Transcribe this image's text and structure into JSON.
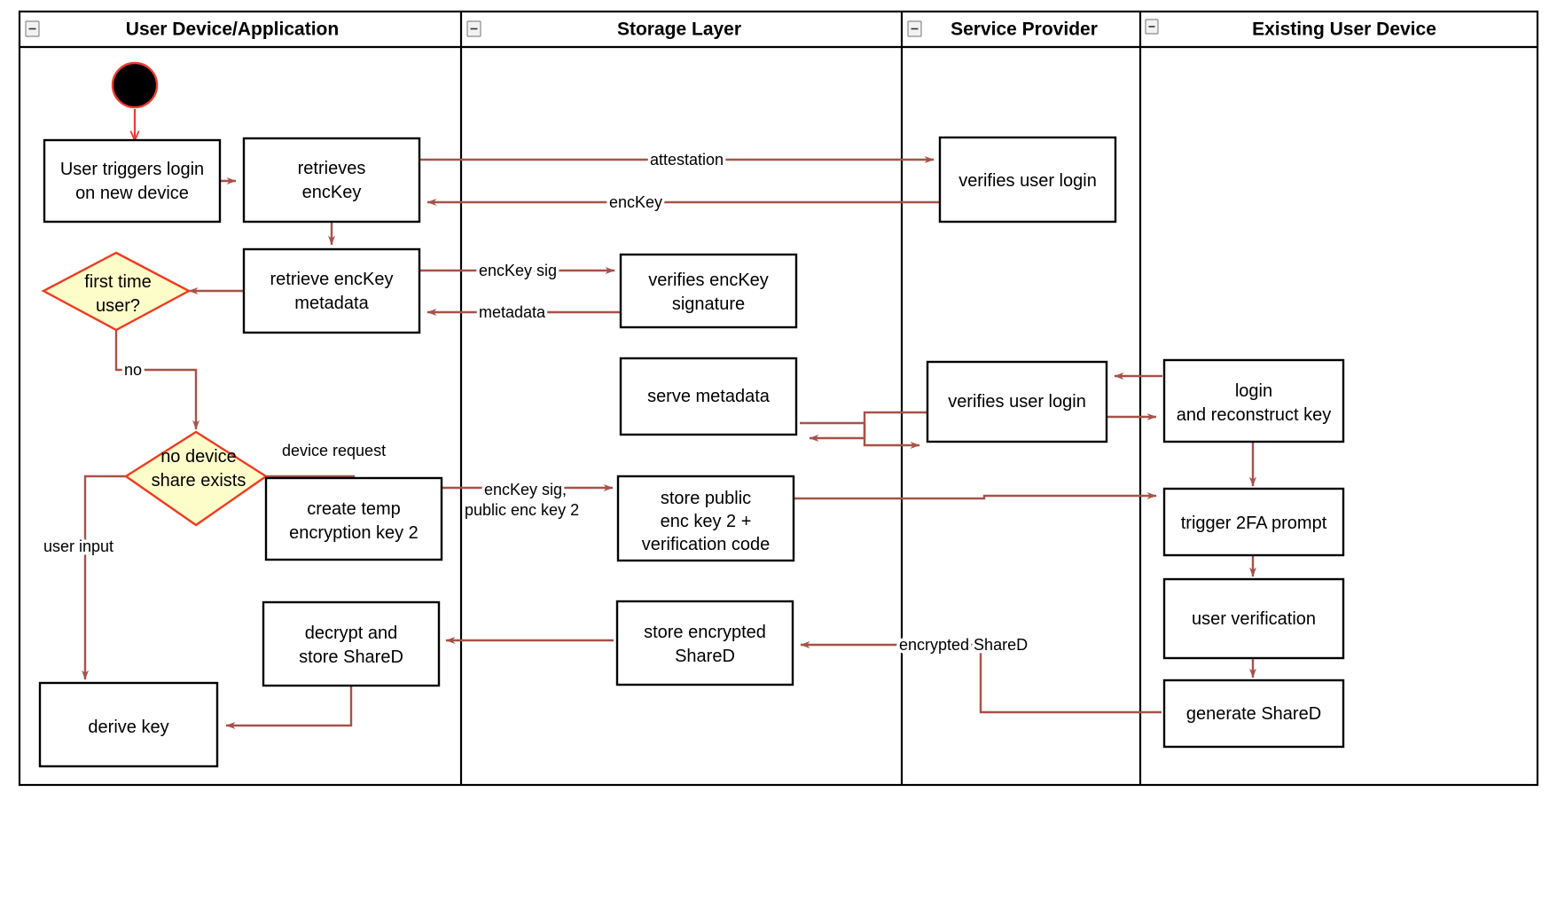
{
  "diagram": {
    "title": "Key recovery / device share swimlane activity diagram",
    "type": "uml-activity-swimlane",
    "colors": {
      "flow_arrow": "#a65249",
      "decision_fill": "#fdfdca",
      "decision_stroke": "#f03b20",
      "start_node_fill": "#000000",
      "start_node_stroke": "#ee3b30",
      "box_stroke": "#000000",
      "box_fill": "#ffffff",
      "lane_border": "#000000",
      "background": "#ffffff"
    }
  },
  "lanes": [
    {
      "id": "lane-user-device",
      "label": "User Device/Application",
      "collapse_icon": "collapse-minus-icon"
    },
    {
      "id": "lane-storage",
      "label": "Storage Layer",
      "collapse_icon": "collapse-minus-icon"
    },
    {
      "id": "lane-service-provider",
      "label": "Service Provider",
      "collapse_icon": "collapse-minus-icon"
    },
    {
      "id": "lane-existing-device",
      "label": "Existing User Device",
      "collapse_icon": "collapse-minus-icon"
    }
  ],
  "nodes": [
    {
      "id": "start",
      "type": "initial",
      "lane": "lane-user-device",
      "label": ""
    },
    {
      "id": "n-user-triggers-login",
      "type": "action",
      "lane": "lane-user-device",
      "lines": [
        "User triggers login",
        "on new device"
      ]
    },
    {
      "id": "n-retrieves-enckey",
      "type": "action",
      "lane": "lane-user-device",
      "lines": [
        "retrieves",
        "encKey"
      ]
    },
    {
      "id": "n-retrieve-enckey-metadata",
      "type": "action",
      "lane": "lane-user-device",
      "lines": [
        "retrieve encKey",
        "metadata"
      ]
    },
    {
      "id": "n-first-time-user",
      "type": "decision",
      "lane": "lane-user-device",
      "lines": [
        "first time",
        "user?"
      ]
    },
    {
      "id": "n-no-device-share",
      "type": "decision",
      "lane": "lane-user-device",
      "lines": [
        "no device",
        "share exists"
      ]
    },
    {
      "id": "n-create-temp-key",
      "type": "action",
      "lane": "lane-user-device",
      "lines": [
        "create temp",
        "encryption key 2"
      ]
    },
    {
      "id": "n-decrypt-store-shared",
      "type": "action",
      "lane": "lane-user-device",
      "lines": [
        "decrypt and",
        "store ShareD"
      ]
    },
    {
      "id": "n-derive-key",
      "type": "action",
      "lane": "lane-user-device",
      "lines": [
        "derive key"
      ]
    },
    {
      "id": "n-verifies-enckey-signature",
      "type": "action",
      "lane": "lane-storage",
      "lines": [
        "verifies encKey",
        "signature"
      ]
    },
    {
      "id": "n-serve-metadata",
      "type": "action",
      "lane": "lane-storage",
      "lines": [
        "serve metadata"
      ]
    },
    {
      "id": "n-store-public-enc-key",
      "type": "action",
      "lane": "lane-storage",
      "lines": [
        "store public",
        "enc key 2 +",
        "verification code"
      ]
    },
    {
      "id": "n-store-encrypted-shared",
      "type": "action",
      "lane": "lane-storage",
      "lines": [
        "store encrypted",
        "ShareD"
      ]
    },
    {
      "id": "n-verifies-user-login-top",
      "type": "action",
      "lane": "lane-service-provider",
      "lines": [
        "verifies user login"
      ]
    },
    {
      "id": "n-verifies-user-login-mid",
      "type": "action",
      "lane": "lane-service-provider",
      "lines": [
        "verifies user login"
      ]
    },
    {
      "id": "n-login-reconstruct-key",
      "type": "action",
      "lane": "lane-existing-device",
      "lines": [
        "login",
        "and reconstruct key"
      ]
    },
    {
      "id": "n-trigger-2fa",
      "type": "action",
      "lane": "lane-existing-device",
      "lines": [
        "trigger 2FA prompt"
      ]
    },
    {
      "id": "n-user-verification",
      "type": "action",
      "lane": "lane-existing-device",
      "lines": [
        "user verification"
      ]
    },
    {
      "id": "n-generate-shared",
      "type": "action",
      "lane": "lane-existing-device",
      "lines": [
        "generate ShareD"
      ]
    }
  ],
  "edges": [
    {
      "id": "e-start",
      "from": "start",
      "to": "n-user-triggers-login",
      "label": ""
    },
    {
      "id": "e-login-retrieves",
      "from": "n-user-triggers-login",
      "to": "n-retrieves-enckey",
      "label": ""
    },
    {
      "id": "e-attestation",
      "from": "n-retrieves-enckey",
      "to": "n-verifies-user-login-top",
      "label": "attestation"
    },
    {
      "id": "e-enckey-back",
      "from": "n-verifies-user-login-top",
      "to": "n-retrieves-enckey",
      "label": "encKey"
    },
    {
      "id": "e-retrieves-to-metadata",
      "from": "n-retrieves-enckey",
      "to": "n-retrieve-enckey-metadata",
      "label": ""
    },
    {
      "id": "e-enckey-sig",
      "from": "n-retrieve-enckey-metadata",
      "to": "n-verifies-enckey-signature",
      "label": "encKey sig"
    },
    {
      "id": "e-metadata-back",
      "from": "n-verifies-enckey-signature",
      "to": "n-retrieve-enckey-metadata",
      "label": "metadata"
    },
    {
      "id": "e-metadata-to-decision",
      "from": "n-retrieve-enckey-metadata",
      "to": "n-first-time-user",
      "label": ""
    },
    {
      "id": "e-no",
      "from": "n-first-time-user",
      "to": "n-no-device-share",
      "label": "no"
    },
    {
      "id": "e-device-request",
      "from": "n-no-device-share",
      "to": "n-create-temp-key",
      "label": "device request"
    },
    {
      "id": "e-user-input",
      "from": "n-no-device-share",
      "to": "n-derive-key",
      "label": "user input"
    },
    {
      "id": "e-enckey-sig-pub",
      "from": "n-create-temp-key",
      "to": "n-store-public-enc-key",
      "label": "encKey sig,\npublic enc key 2",
      "label_lines": [
        "encKey sig,",
        "public enc key 2"
      ]
    },
    {
      "id": "e-store-public-to-2fa",
      "from": "n-store-public-enc-key",
      "to": "n-trigger-2fa",
      "label": ""
    },
    {
      "id": "e-existing-to-sp",
      "from": "n-login-reconstruct-key",
      "to": "n-verifies-user-login-mid",
      "label": ""
    },
    {
      "id": "e-sp-to-existing",
      "from": "n-verifies-user-login-mid",
      "to": "n-login-reconstruct-key",
      "label": ""
    },
    {
      "id": "e-sp-to-serve-metadata",
      "from": "n-verifies-user-login-mid",
      "to": "n-serve-metadata",
      "label": ""
    },
    {
      "id": "e-serve-metadata-to-sp",
      "from": "n-serve-metadata",
      "to": "n-verifies-user-login-mid",
      "label": ""
    },
    {
      "id": "e-login-to-2fa",
      "from": "n-login-reconstruct-key",
      "to": "n-trigger-2fa",
      "label": ""
    },
    {
      "id": "e-2fa-to-verification",
      "from": "n-trigger-2fa",
      "to": "n-user-verification",
      "label": ""
    },
    {
      "id": "e-verification-to-generate",
      "from": "n-user-verification",
      "to": "n-generate-shared",
      "label": ""
    },
    {
      "id": "e-encrypted-shared",
      "from": "n-generate-shared",
      "to": "n-store-encrypted-shared",
      "label": "encrypted ShareD"
    },
    {
      "id": "e-store-to-decrypt",
      "from": "n-store-encrypted-shared",
      "to": "n-decrypt-store-shared",
      "label": ""
    },
    {
      "id": "e-decrypt-to-derive",
      "from": "n-decrypt-store-shared",
      "to": "n-derive-key",
      "label": ""
    }
  ]
}
